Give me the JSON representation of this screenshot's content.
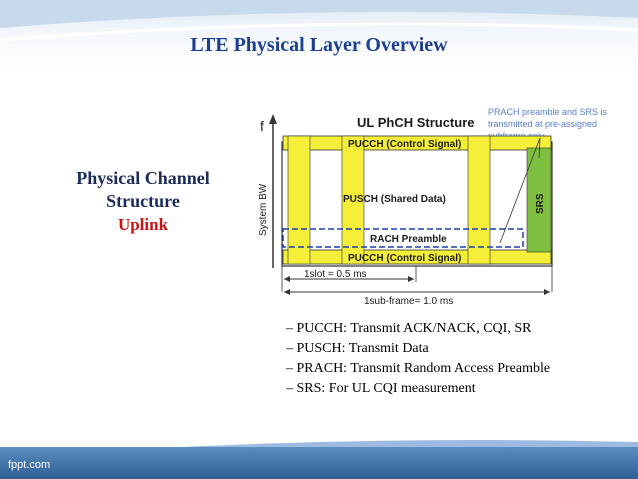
{
  "title": "LTE Physical Layer Overview",
  "left_label": {
    "line1": "Physical Channel",
    "line2": "Structure",
    "line3": "Uplink"
  },
  "diagram": {
    "heading": "UL PhCH Structure",
    "axis_f": "f",
    "axis_bw": "System BW",
    "pucch_top": "PUCCH (Control Signal)",
    "pusch": "PUSCH (Shared Data)",
    "rach": "RACH Preamble",
    "pucch_bottom": "PUCCH (Control Signal)",
    "srs": "SRS",
    "note": [
      "PRACH preamble and SRS is",
      "transmitted at pre-assigned",
      "subframe only"
    ],
    "slot": "1slot = 0.5 ms",
    "subframe": "1sub-frame= 1.0 ms"
  },
  "bullets": [
    "– PUCCH: Transmit ACK/NACK, CQI, SR",
    "– PUSCH: Transmit Data",
    "– PRACH: Transmit Random Access Preamble",
    "– SRS: For UL CQI measurement"
  ],
  "footer": "fppt.com",
  "colors": {
    "title": "#1c3f94",
    "uplink": "#cc1111",
    "yellow": "#f5ef3a",
    "green": "#7fbf3f",
    "note": "#5b7fc8"
  }
}
